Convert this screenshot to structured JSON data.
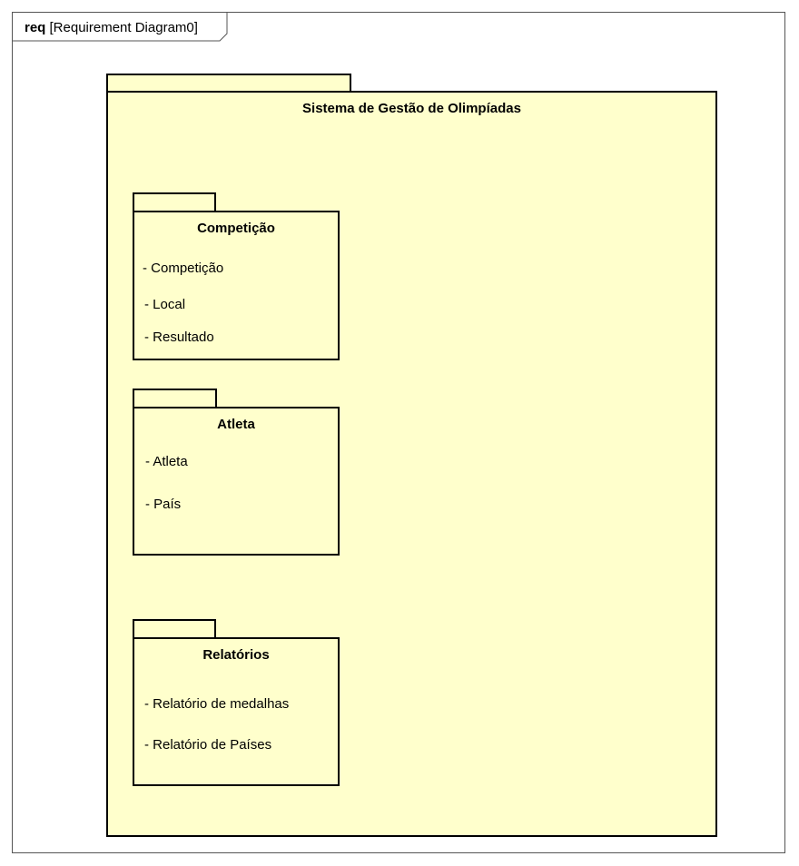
{
  "frame": {
    "keyword": "req",
    "name": "[Requirement Diagram0]"
  },
  "system": {
    "title": "Sistema de Gestão de Olimpíadas"
  },
  "packages": [
    {
      "title": "Competição",
      "items": [
        "- Competição",
        "- Local",
        "- Resultado"
      ]
    },
    {
      "title": "Atleta",
      "items": [
        "- Atleta",
        "- País"
      ]
    },
    {
      "title": "Relatórios",
      "items": [
        "- Relatório de medalhas",
        "- Relatório de Países"
      ]
    }
  ],
  "colors": {
    "package_fill": "#ffffcc",
    "border": "#000000"
  }
}
